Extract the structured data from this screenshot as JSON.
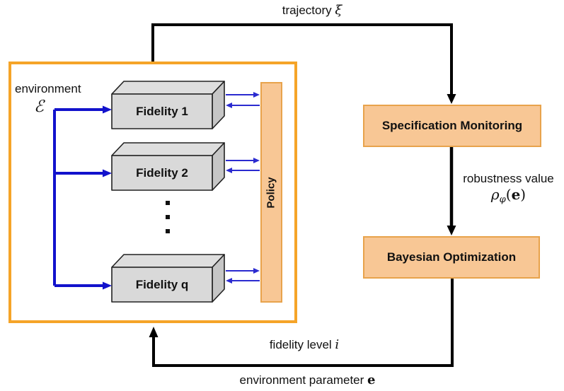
{
  "colors": {
    "outer_border_orange": "#F5A428",
    "node_fill_orange": "#F8C795",
    "node_border_orange": "#E8A34C",
    "arrow_blue": "#1212CC",
    "thin_arrow_blue": "#2B2BD0",
    "wire_black": "#000000",
    "box_front_grey": "#D9D9D9",
    "box_top_grey": "#DEDEDE",
    "box_side_grey": "#C6C6C6"
  },
  "environment": {
    "label": "environment",
    "symbol": "ℰ"
  },
  "fidelity": {
    "boxes": [
      {
        "label": "Fidelity 1"
      },
      {
        "label": "Fidelity 2"
      },
      {
        "label": "Fidelity q"
      }
    ],
    "vertical_ellipsis_icon": "⋮"
  },
  "policy": {
    "label": "Policy"
  },
  "nodes": {
    "specification_monitoring": {
      "label": "Specification Monitoring"
    },
    "bayesian_optimization": {
      "label": "Bayesian Optimization"
    }
  },
  "edges": {
    "trajectory": {
      "text": "trajectory ",
      "symbol": "ξ"
    },
    "robustness": {
      "text": "robustness value",
      "rho": "ρ",
      "phi_sub": "φ",
      "open_paren": "(",
      "arg": "e",
      "close_paren": ")"
    },
    "fidelity_level": {
      "text": "fidelity level ",
      "symbol": "i"
    },
    "environment_parameter": {
      "text": "environment parameter ",
      "symbol": "e"
    }
  }
}
